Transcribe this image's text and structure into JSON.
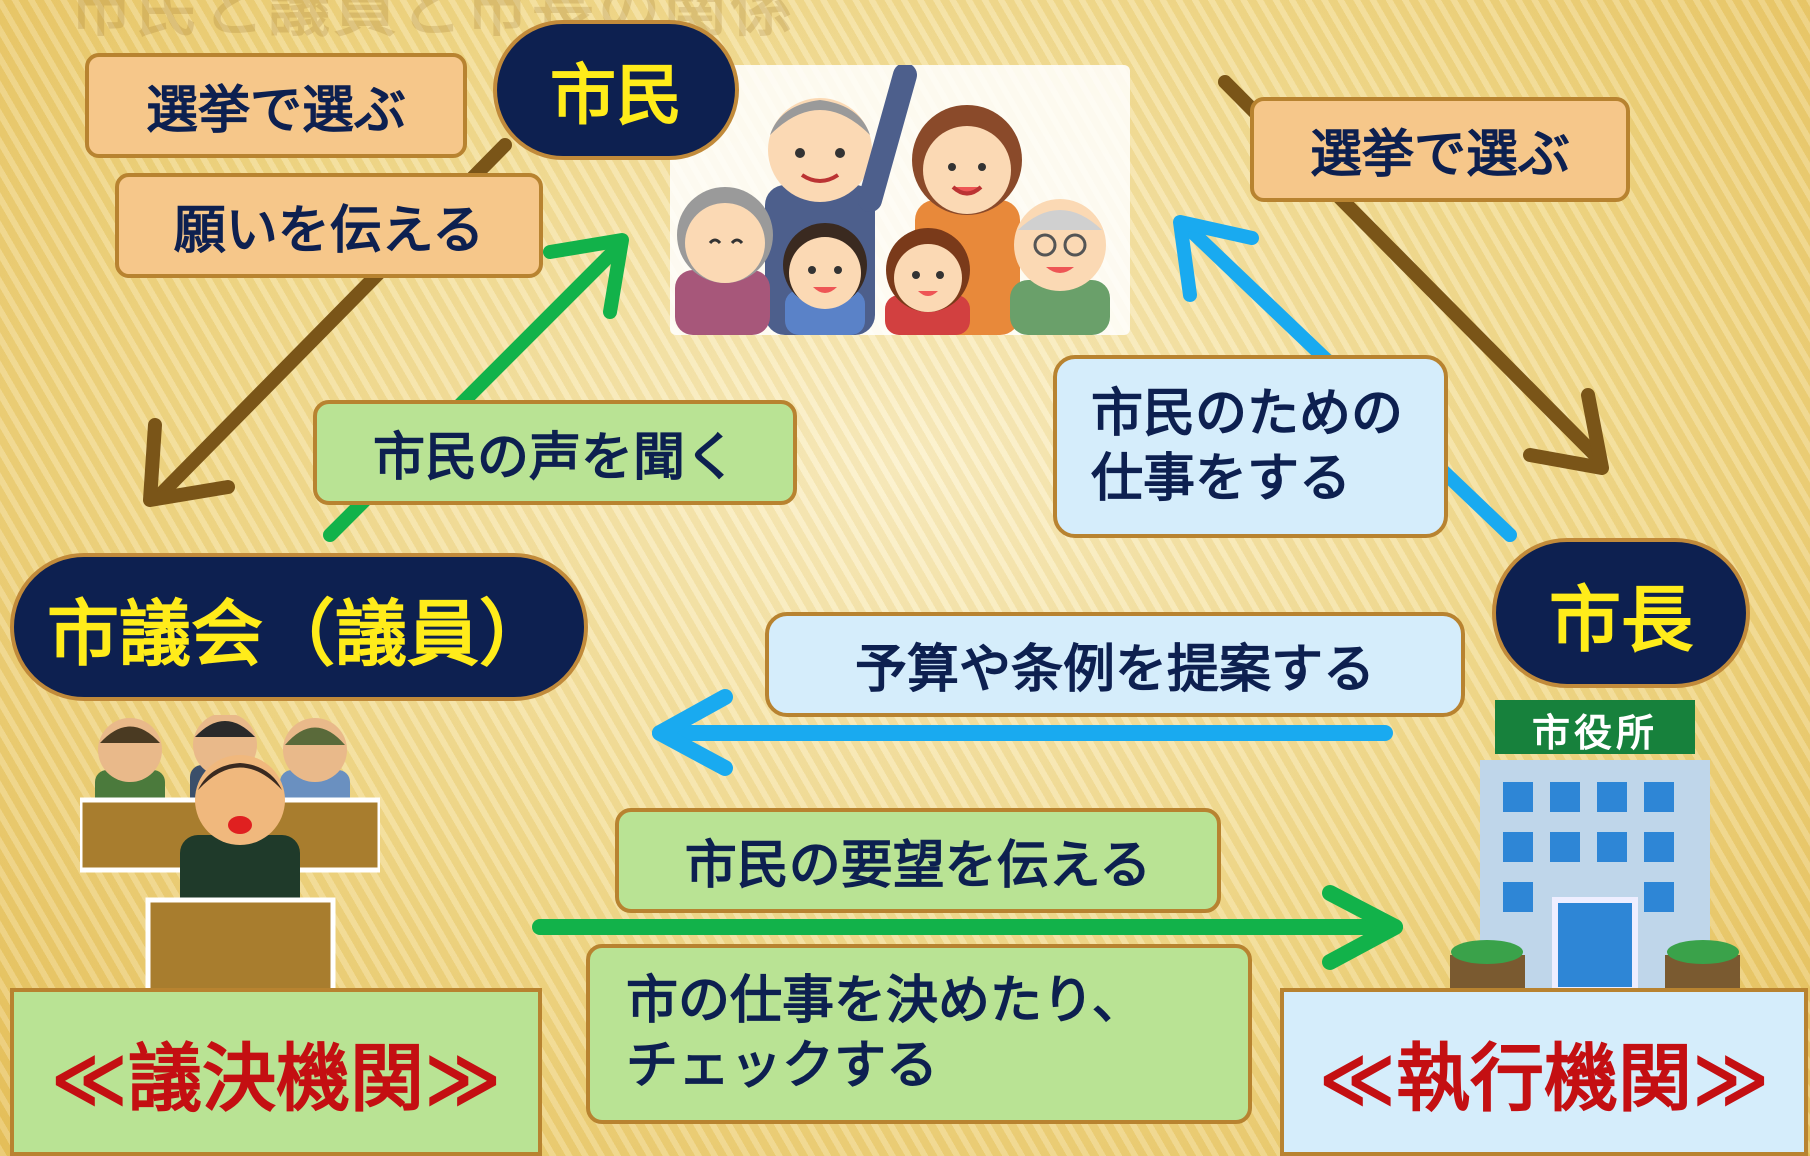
{
  "title_faded": "市民と議員と市長の関係",
  "nodes": {
    "citizen": "市民",
    "council": "市議会（議員）",
    "mayor": "市長"
  },
  "labels": {
    "elect_left": "選挙で選ぶ",
    "convey_wishes": "願いを伝える",
    "elect_right": "選挙で選ぶ",
    "listen_citizens": "市民の声を聞く",
    "work_for_citizens_line1": "市民のための",
    "work_for_citizens_line2": "仕事をする",
    "propose_budget": "予算や条例を提案する",
    "convey_requests": "市民の要望を伝える",
    "decide_check_line1": "市の仕事を決めたり、",
    "decide_check_line2": "チェックする"
  },
  "city_hall_sign": "市役所",
  "organs": {
    "legislative": "≪議決機関≫",
    "executive": "≪執行機関≫"
  },
  "colors": {
    "navy": "#0d2050",
    "yellow": "#ffec1a",
    "brown_arrow": "#7a5518",
    "green_arrow": "#12b24a",
    "blue_arrow": "#19aaf0",
    "organ_red": "#c40f12"
  }
}
